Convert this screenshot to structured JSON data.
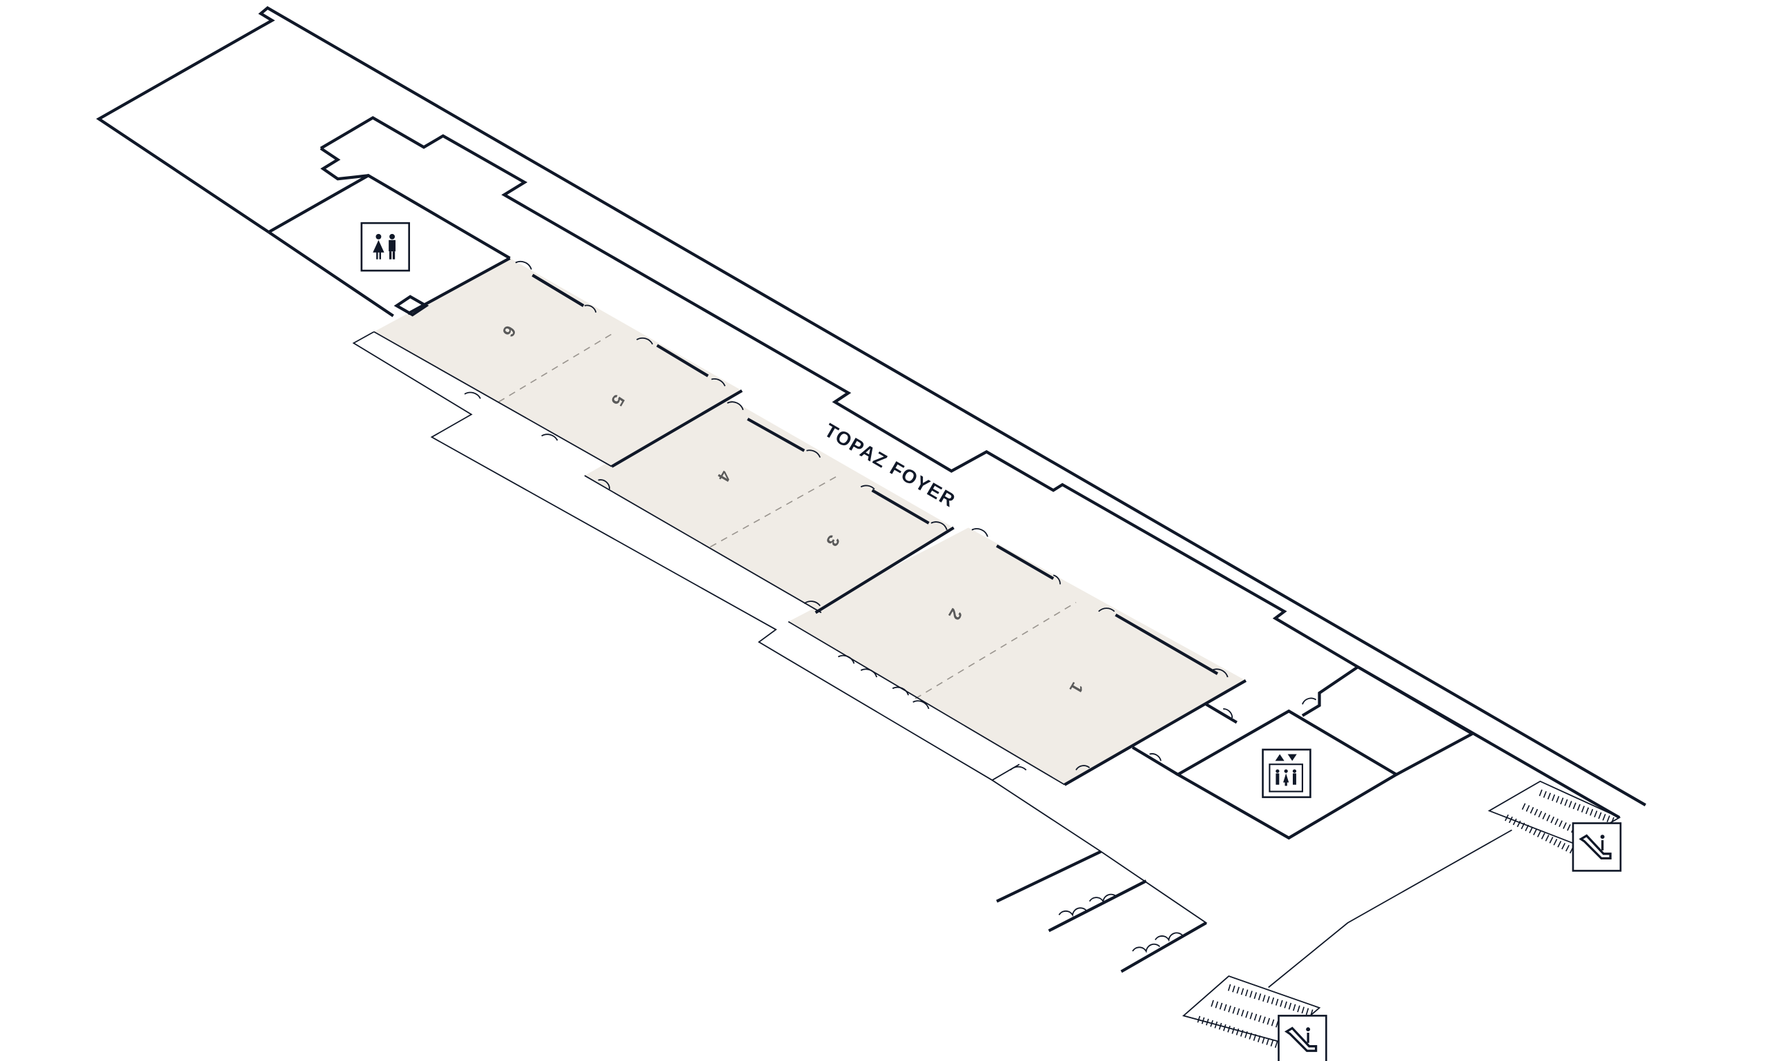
{
  "map": {
    "foyer_label": "TOPAZ FOYER",
    "rooms": [
      {
        "label": "6"
      },
      {
        "label": "5"
      },
      {
        "label": "4"
      },
      {
        "label": "3"
      },
      {
        "label": "2"
      },
      {
        "label": "1"
      }
    ],
    "icons": [
      "restroom-icon",
      "elevator-icon",
      "escalator-icon",
      "escalator-icon"
    ],
    "colors": {
      "wall": "#101828",
      "room_fill": "#f0ece6"
    }
  }
}
